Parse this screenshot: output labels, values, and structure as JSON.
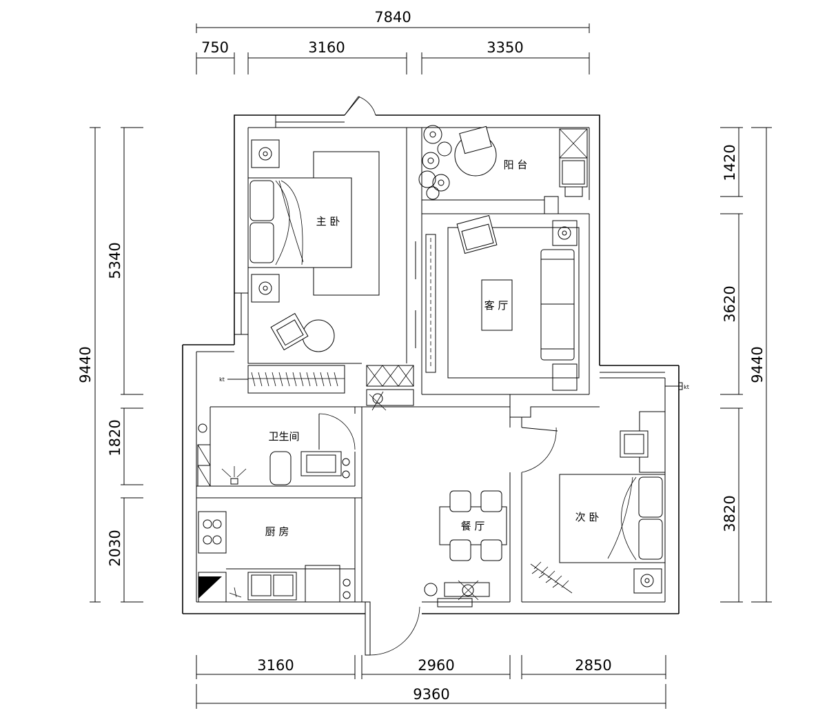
{
  "dimensions": {
    "top_total": "7840",
    "top_seg1": "750",
    "top_seg2": "3160",
    "top_seg3": "3350",
    "left_total": "9440",
    "left_seg1": "5340",
    "left_seg2": "1820",
    "left_seg3": "2030",
    "right_total": "9440",
    "right_seg1": "1420",
    "right_seg2": "3620",
    "right_seg3": "3820",
    "bottom_total": "9360",
    "bottom_seg1": "3160",
    "bottom_seg2": "2960",
    "bottom_seg3": "2850"
  },
  "rooms": {
    "master_bedroom": "主 卧",
    "balcony": "阳 台",
    "living_room": "客 厅",
    "bathroom": "卫生间",
    "kitchen": "厨 房",
    "dining_room": "餐 厅",
    "second_bedroom": "次 卧"
  },
  "labels": {
    "kt_left": "kt",
    "kt_right": "kt"
  }
}
